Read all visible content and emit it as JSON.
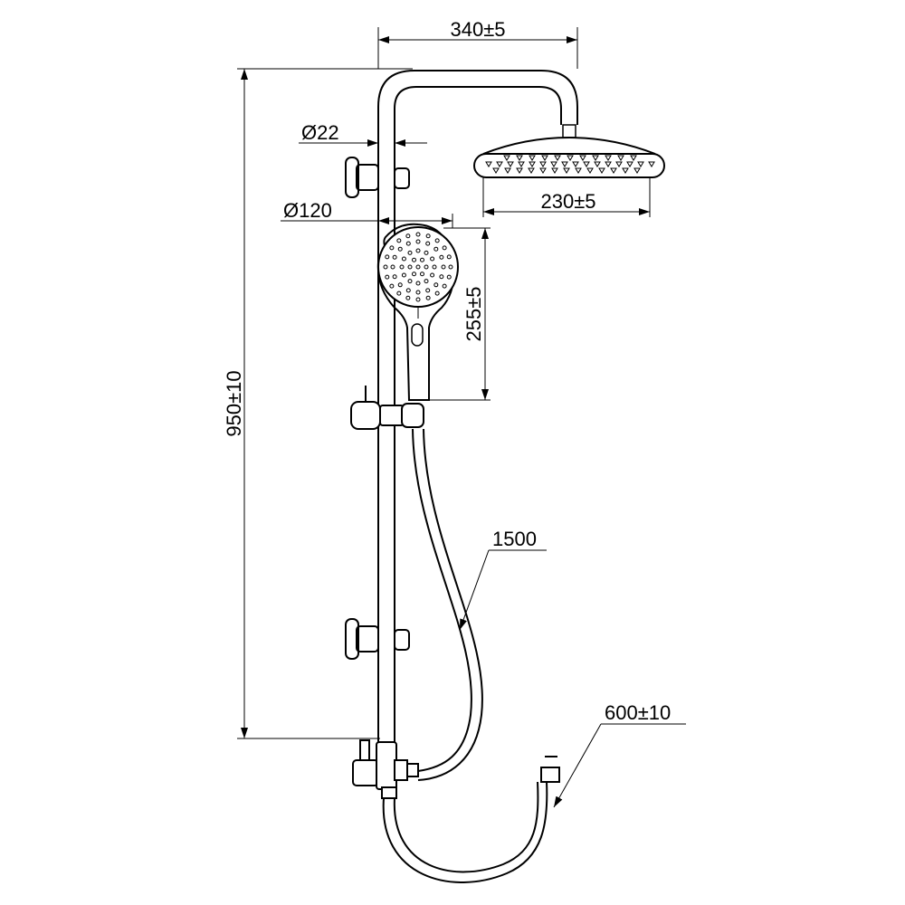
{
  "dimensions": {
    "arm_width": "340±5",
    "pipe_diameter": "Ø22",
    "head_diameter": "230±5",
    "hand_shower_diameter": "Ø120",
    "hand_shower_length": "255±5",
    "total_height": "950±10",
    "hose_length": "1500",
    "inlet_hose_length": "600±10"
  }
}
